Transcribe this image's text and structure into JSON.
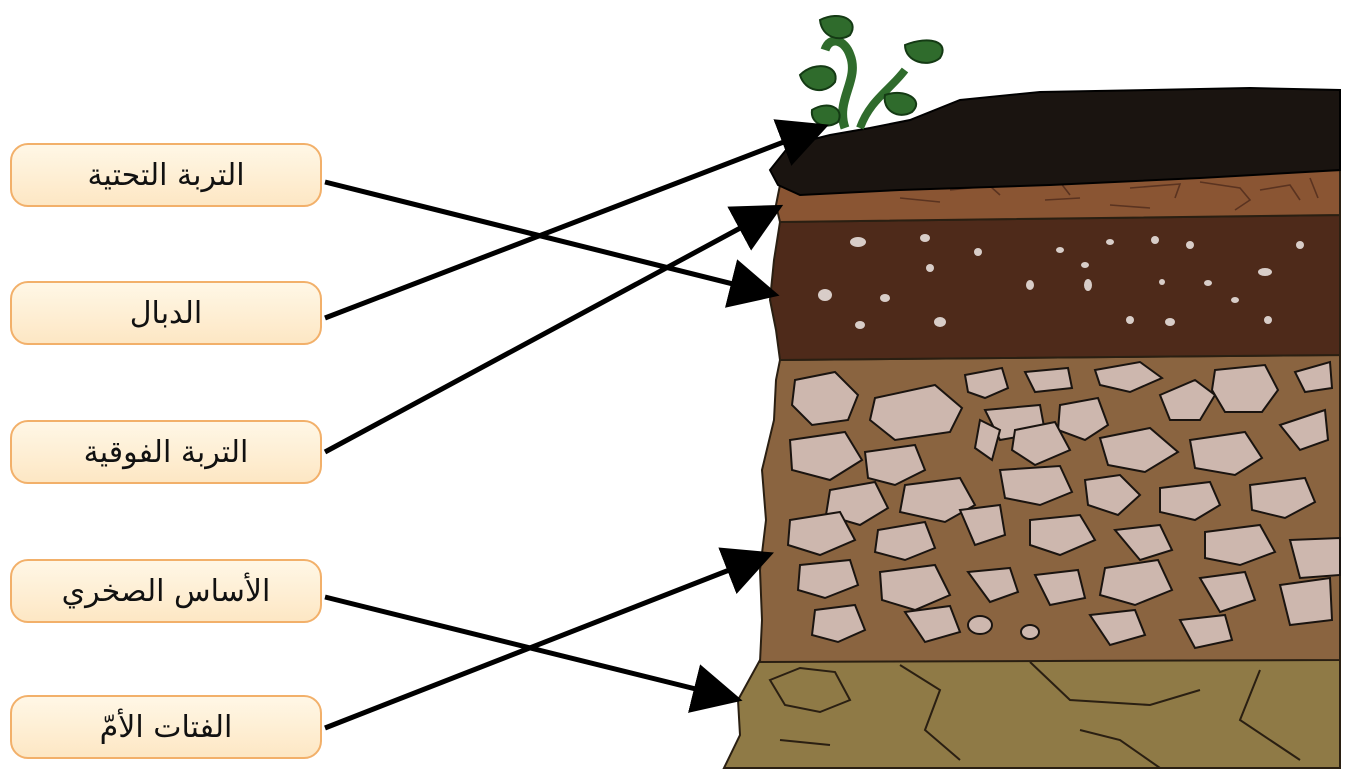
{
  "labels": [
    {
      "id": "subsoil",
      "text": "التربة التحتية"
    },
    {
      "id": "humus",
      "text": "الدبال"
    },
    {
      "id": "topsoil",
      "text": "التربة الفوقية"
    },
    {
      "id": "bedrock",
      "text": "الأساس الصخري"
    },
    {
      "id": "parent_material",
      "text": "الفتات الأمّ"
    }
  ],
  "diagram": {
    "layers_top_to_bottom": [
      "humus",
      "topsoil",
      "subsoil",
      "parent_material",
      "bedrock"
    ],
    "connections": [
      {
        "from": "subsoil",
        "to": "subsoil"
      },
      {
        "from": "humus",
        "to": "humus"
      },
      {
        "from": "topsoil",
        "to": "topsoil"
      },
      {
        "from": "bedrock",
        "to": "bedrock"
      },
      {
        "from": "parent_material",
        "to": "parent_material"
      }
    ],
    "colors": {
      "box_border": "#f2b06a",
      "humus": "#1a1410",
      "topsoil": "#8a5533",
      "subsoil": "#4e2a1a",
      "parent_material": "#8a6440",
      "bedrock": "#8f7a46",
      "stone": "#cdb7ae",
      "plant": "#2f6b2c"
    }
  }
}
